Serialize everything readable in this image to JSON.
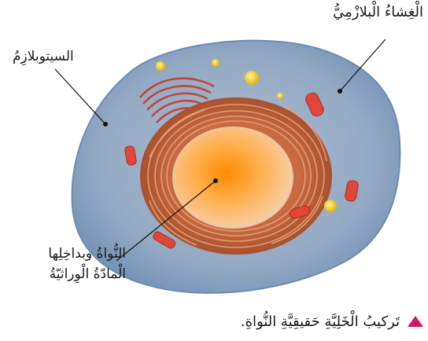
{
  "labels": {
    "membrane": "الْغِشاءُ الْبلازْمِيُّ",
    "cytoplasm": "السيتوبلازِمُ",
    "nucleus_line1": "النُّواةُ وبداخِلِها",
    "nucleus_line2": "الْمادّةُ الْوِراثيّةُ"
  },
  "caption": {
    "text": "تَركيبُ الْخَلِيَّةِ حَقيقِيَّةِ النُّواةِ."
  },
  "colors": {
    "cell_fill": "#95acc6",
    "membrane_edge": "#6f8fb5",
    "reticulum": "#c0653e",
    "nucleus_core": "#ff9a1a",
    "mitochondria": "#e0463a",
    "vesicles": "#f0c419",
    "caption_marker": "#d1166a"
  }
}
